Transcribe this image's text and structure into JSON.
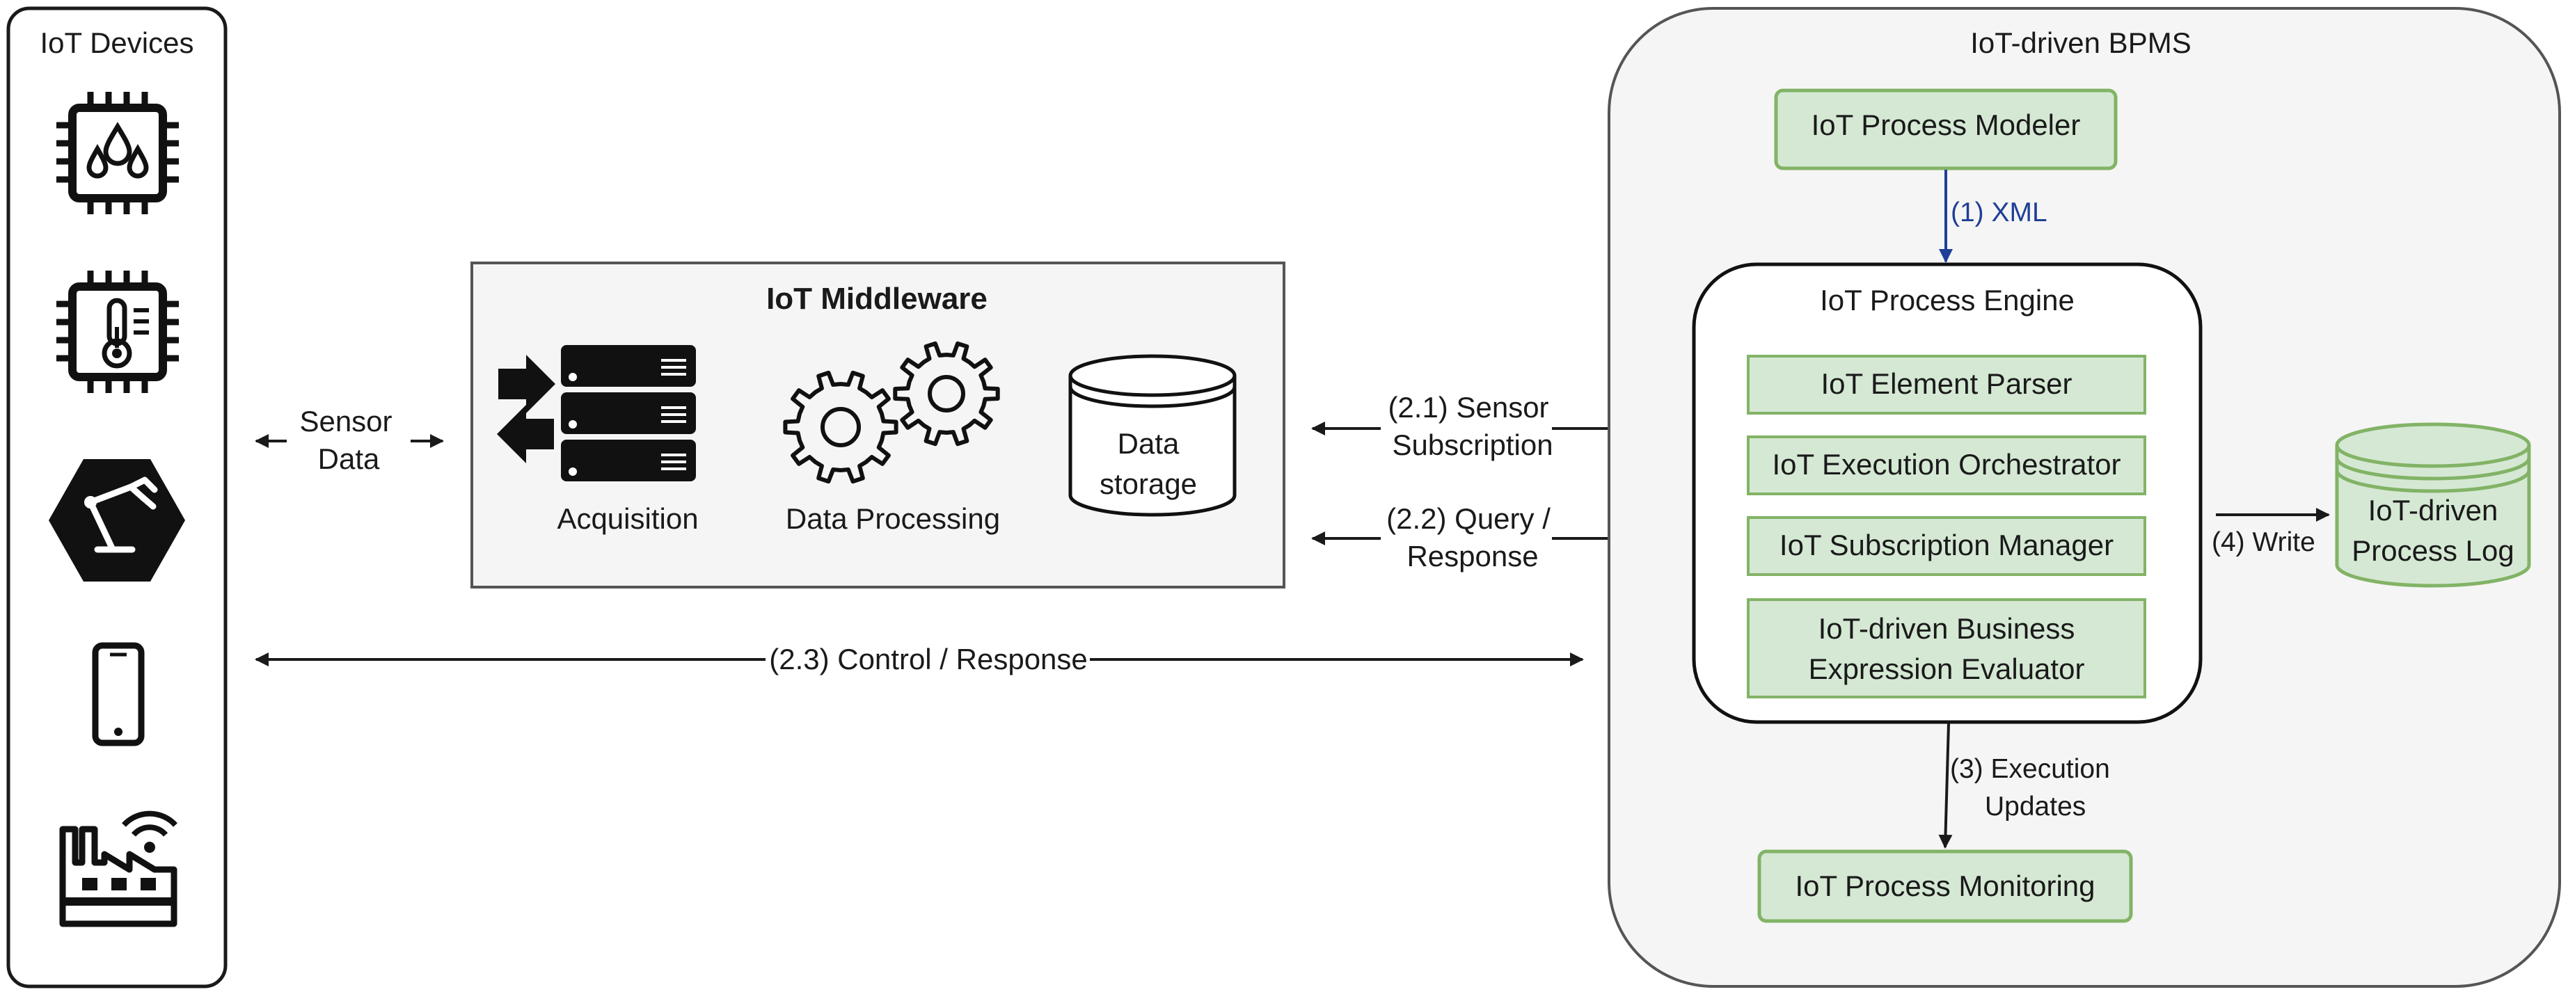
{
  "iot_devices": {
    "title": "IoT Devices",
    "icons": [
      "humidity-sensor-chip-icon",
      "temperature-sensor-chip-icon",
      "robotic-arm-icon",
      "smartphone-icon",
      "smart-factory-icon"
    ]
  },
  "sensor_link": {
    "line1": "Sensor",
    "line2": "Data"
  },
  "middleware": {
    "title": "IoT Middleware",
    "acquisition": "Acquisition",
    "processing": "Data Processing",
    "storage_line1": "Data",
    "storage_line2": "storage"
  },
  "links": {
    "subscription_line1": "(2.1) Sensor",
    "subscription_line2": "Subscription",
    "query_line1": "(2.2) Query /",
    "query_line2": "Response",
    "control": "(2.3) Control / Response",
    "xml": "(1) XML",
    "execution_line1": "(3) Execution",
    "execution_line2": "Updates",
    "write": "(4) Write"
  },
  "bpms": {
    "title": "IoT-driven BPMS",
    "modeler": "IoT Process Modeler",
    "engine_title": "IoT Process Engine",
    "parser": "IoT Element Parser",
    "orchestrator": "IoT Execution Orchestrator",
    "subscription_manager": "IoT Subscription Manager",
    "evaluator_line1": "IoT-driven Business",
    "evaluator_line2": "Expression Evaluator",
    "monitoring": "IoT Process Monitoring"
  },
  "process_log": {
    "line1": "IoT-driven",
    "line2": "Process Log"
  },
  "colors": {
    "green_fill": "#d5e8d4",
    "green_stroke": "#82b366",
    "panel_fill": "#f5f5f5",
    "xml_arrow": "#1f3f96"
  }
}
